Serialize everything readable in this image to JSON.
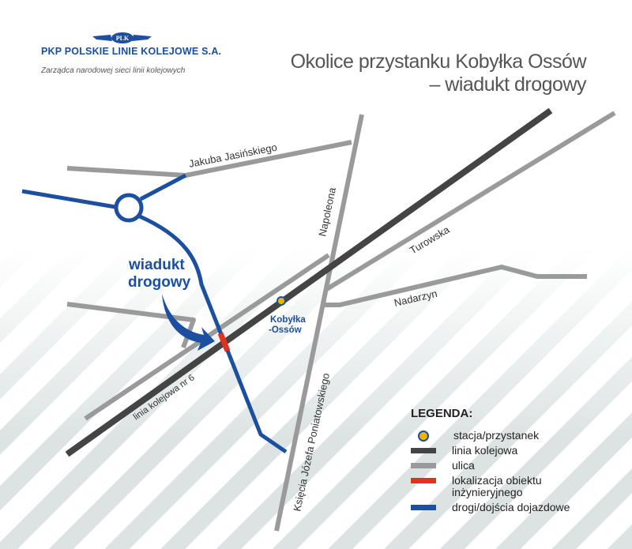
{
  "header": {
    "org_name": "PKP POLSKIE LINIE KOLEJOWE S.A.",
    "org_subtitle": "Zarządca narodowej sieci linii kolejowych",
    "logo_text": "PLK",
    "title_line1": "Okolice przystanku Kobyłka Ossów",
    "title_line2": "– wiadukt drogowy"
  },
  "map": {
    "streets": {
      "jasinskiego": "Jakuba Jasińskiego",
      "napoleona": "Napoleona",
      "turowska": "Turowska",
      "nadarzyn": "Nadarzyn",
      "poniatowskiego": "Księcia Józefa Poniatowskiego",
      "railway": "linia kolejowa nr 6"
    },
    "station_line1": "Kobyłka",
    "station_line2": "-Ossów",
    "callout_line1": "wiadukt",
    "callout_line2": "drogowy"
  },
  "legend": {
    "title": "LEGENDA:",
    "items": [
      {
        "label": "stacja/przystanek",
        "color": "#f0b400"
      },
      {
        "label": "linia kolejowa",
        "color": "#444444"
      },
      {
        "label": "ulica",
        "color": "#9a9a9a"
      },
      {
        "label": "lokalizacja obiektu inżynieryjnego",
        "color": "#e2321e"
      },
      {
        "label": "drogi/dojścia dojazdowe",
        "color": "#1c4fa0"
      }
    ]
  },
  "colors": {
    "blue": "#1c4fa0",
    "rail": "#444444",
    "street": "#9a9a9a",
    "object": "#e2321e",
    "station": "#f0b400"
  }
}
